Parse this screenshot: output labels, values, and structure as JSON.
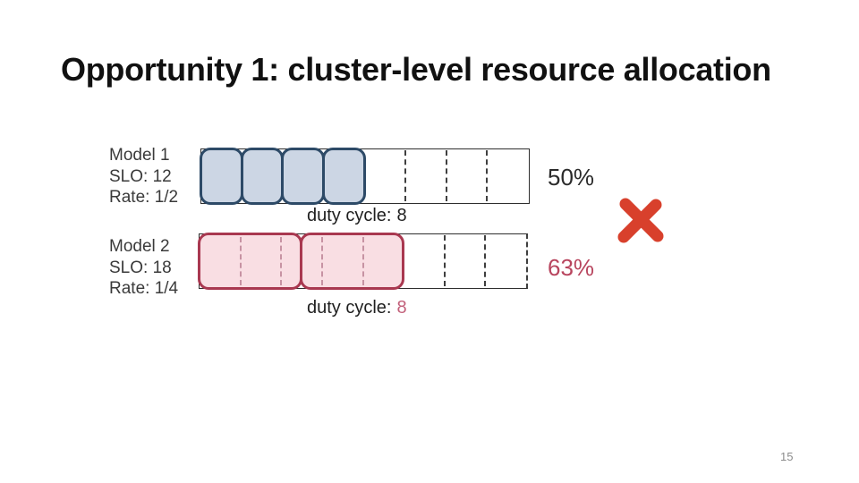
{
  "slide": {
    "title": "Opportunity 1: cluster-level resource allocation",
    "page_number": "15"
  },
  "rows": [
    {
      "model": "Model 1",
      "slo": "SLO: 12",
      "rate": "Rate: 1/2",
      "duty_label": "duty cycle:",
      "duty_value": "8",
      "duty_value_color": "#1f1f1f",
      "utilization": "50%",
      "utilization_color": "#2b2b2b",
      "bar": {
        "total_cells": 8,
        "segments_cells": [
          1,
          1,
          1,
          1
        ],
        "fill_color": "#ccd6e4",
        "stroke_color": "#2d4a67",
        "inner_dash_color": "#8fa3bd",
        "right_edge_dashed": false
      }
    },
    {
      "model": "Model 2",
      "slo": "SLO: 18",
      "rate": "Rate: 1/4",
      "duty_label": "duty cycle:",
      "duty_value": "8",
      "duty_value_color": "#c2607a",
      "utilization": "63%",
      "utilization_color": "#b8455e",
      "bar": {
        "total_cells": 8,
        "segments_cells": [
          2.5,
          2.5
        ],
        "fill_color": "#f9dee3",
        "stroke_color": "#a93850",
        "inner_dash_color": "#c793a3",
        "right_edge_dashed": true
      }
    }
  ],
  "icons": {
    "cross_mark_color": "#d8402c"
  }
}
